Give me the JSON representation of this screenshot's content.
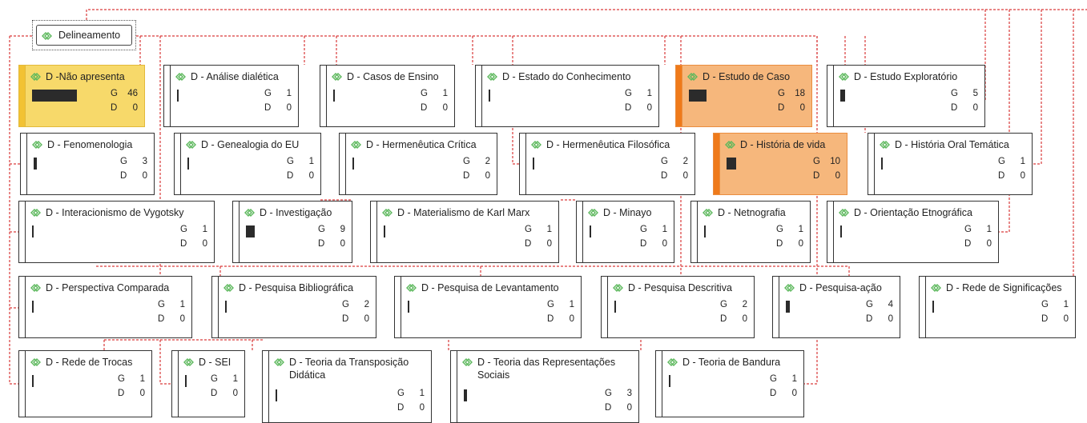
{
  "root": {
    "label": "Delineamento"
  },
  "stat_keys": {
    "g": "G",
    "d": "D"
  },
  "nodes": [
    {
      "id": "nao-apresenta",
      "label": "D -Não apresenta",
      "g": 46,
      "d": 0,
      "highlight": "yellow"
    },
    {
      "id": "analise-dialetica",
      "label": "D - Análise dialética",
      "g": 1,
      "d": 0
    },
    {
      "id": "casos-de-ensino",
      "label": "D - Casos de Ensino",
      "g": 1,
      "d": 0
    },
    {
      "id": "estado-do-conhecimento",
      "label": "D - Estado do Conhecimento",
      "g": 1,
      "d": 0
    },
    {
      "id": "estudo-de-caso",
      "label": "D - Estudo de Caso",
      "g": 18,
      "d": 0,
      "highlight": "orange"
    },
    {
      "id": "estudo-exploratorio",
      "label": "D - Estudo Exploratório",
      "g": 5,
      "d": 0
    },
    {
      "id": "fenomenologia",
      "label": "D - Fenomenologia",
      "g": 3,
      "d": 0
    },
    {
      "id": "genealogia-do-eu",
      "label": "D - Genealogia do EU",
      "g": 1,
      "d": 0
    },
    {
      "id": "hermeneutica-critica",
      "label": "D - Hermenêutica Crítica",
      "g": 2,
      "d": 0
    },
    {
      "id": "hermeneutica-filosofica",
      "label": "D - Hermenêutica Filosófica",
      "g": 2,
      "d": 0
    },
    {
      "id": "historia-de-vida",
      "label": "D - História de vida",
      "g": 10,
      "d": 0,
      "highlight": "orange"
    },
    {
      "id": "historia-oral-tematica",
      "label": "D - História Oral Temática",
      "g": 1,
      "d": 0
    },
    {
      "id": "interacionismo-vygotsky",
      "label": "D - Interacionismo de Vygotsky",
      "g": 1,
      "d": 0
    },
    {
      "id": "investigacao",
      "label": "D - Investigação",
      "g": 9,
      "d": 0
    },
    {
      "id": "materialismo-karl-marx",
      "label": "D - Materialismo de Karl Marx",
      "g": 1,
      "d": 0
    },
    {
      "id": "minayo",
      "label": "D - Minayo",
      "g": 1,
      "d": 0
    },
    {
      "id": "netnografia",
      "label": "D - Netnografia",
      "g": 1,
      "d": 0
    },
    {
      "id": "orientacao-etnografica",
      "label": "D - Orientação Etnográfica",
      "g": 1,
      "d": 0
    },
    {
      "id": "perspectiva-comparada",
      "label": "D - Perspectiva Comparada",
      "g": 1,
      "d": 0
    },
    {
      "id": "pesquisa-bibliografica",
      "label": "D - Pesquisa Bibliográfica",
      "g": 2,
      "d": 0
    },
    {
      "id": "pesquisa-de-levantamento",
      "label": "D - Pesquisa de Levantamento",
      "g": 1,
      "d": 0
    },
    {
      "id": "pesquisa-descritiva",
      "label": "D - Pesquisa Descritiva",
      "g": 2,
      "d": 0
    },
    {
      "id": "pesquisa-acao",
      "label": "D - Pesquisa-ação",
      "g": 4,
      "d": 0
    },
    {
      "id": "rede-de-significacoes",
      "label": "D - Rede de Significações",
      "g": 1,
      "d": 0
    },
    {
      "id": "rede-de-trocas",
      "label": "D - Rede de Trocas",
      "g": 1,
      "d": 0
    },
    {
      "id": "sei",
      "label": "D - SEI",
      "g": 1,
      "d": 0
    },
    {
      "id": "teoria-transposicao-didatica",
      "label": "D - Teoria da Transposição Didática",
      "g": 1,
      "d": 0
    },
    {
      "id": "teoria-representacoes-sociais",
      "label": "D - Teoria das Representações Sociais",
      "g": 3,
      "d": 0
    },
    {
      "id": "teoria-de-bandura",
      "label": "D - Teoria de Bandura",
      "g": 1,
      "d": 0
    }
  ],
  "colors": {
    "link": "#d93a3a",
    "highlight_yellow": "#f7d96a",
    "highlight_orange": "#f6b77c",
    "diamond": "#5cb85c",
    "bar": "#2b2b2b"
  },
  "icons": {
    "code": "diamond-code-icon",
    "root": "diamond-code-icon"
  }
}
